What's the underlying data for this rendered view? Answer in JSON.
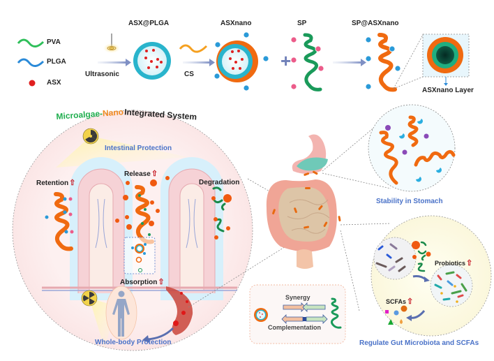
{
  "legend": {
    "items": [
      {
        "label": "PVA",
        "color": "#2fbf5a"
      },
      {
        "label": "PLGA",
        "color": "#2a8ad8"
      },
      {
        "label": "ASX",
        "color": "#e02020"
      }
    ]
  },
  "synthesis": {
    "step1_label": "Ultrasonic",
    "asx_plga": "ASX@PLGA",
    "step2_label": "CS",
    "asxnano": "ASXnano",
    "plus": "+",
    "sp": "SP",
    "sp_asxnano": "SP@ASXnano",
    "layer_label": "ASXnano Layer"
  },
  "system_title": {
    "part1": "Microalgae-",
    "part2": "Nano",
    "part3": " Integrated System",
    "colors": {
      "part1": "#1fae4e",
      "part2": "#f08a20",
      "part3": "#222222"
    }
  },
  "intestine_panel": {
    "intestinal_protection": "Intestinal Protection",
    "retention": "Retention",
    "release": "Release",
    "degradation": "Degradation",
    "absorption": "Absorption",
    "whole_body_protection": "Whole-body Protection",
    "up_arrow": "⇧"
  },
  "stomach_panel": {
    "label": "Stability in Stomach"
  },
  "microbiota_panel": {
    "probiotics": "Probiotics",
    "scfas": "SCFAs",
    "label": "Regulate Gut Microbiota and SCFAs"
  },
  "synergy_box": {
    "synergy": "Synergy",
    "complementation": "Complementation"
  },
  "colors": {
    "accent_blue_text": "#4a72c8",
    "arrow_red": "#c8202a",
    "spirulina_orange": "#f06a10",
    "spirulina_green": "#1a9a5a"
  }
}
